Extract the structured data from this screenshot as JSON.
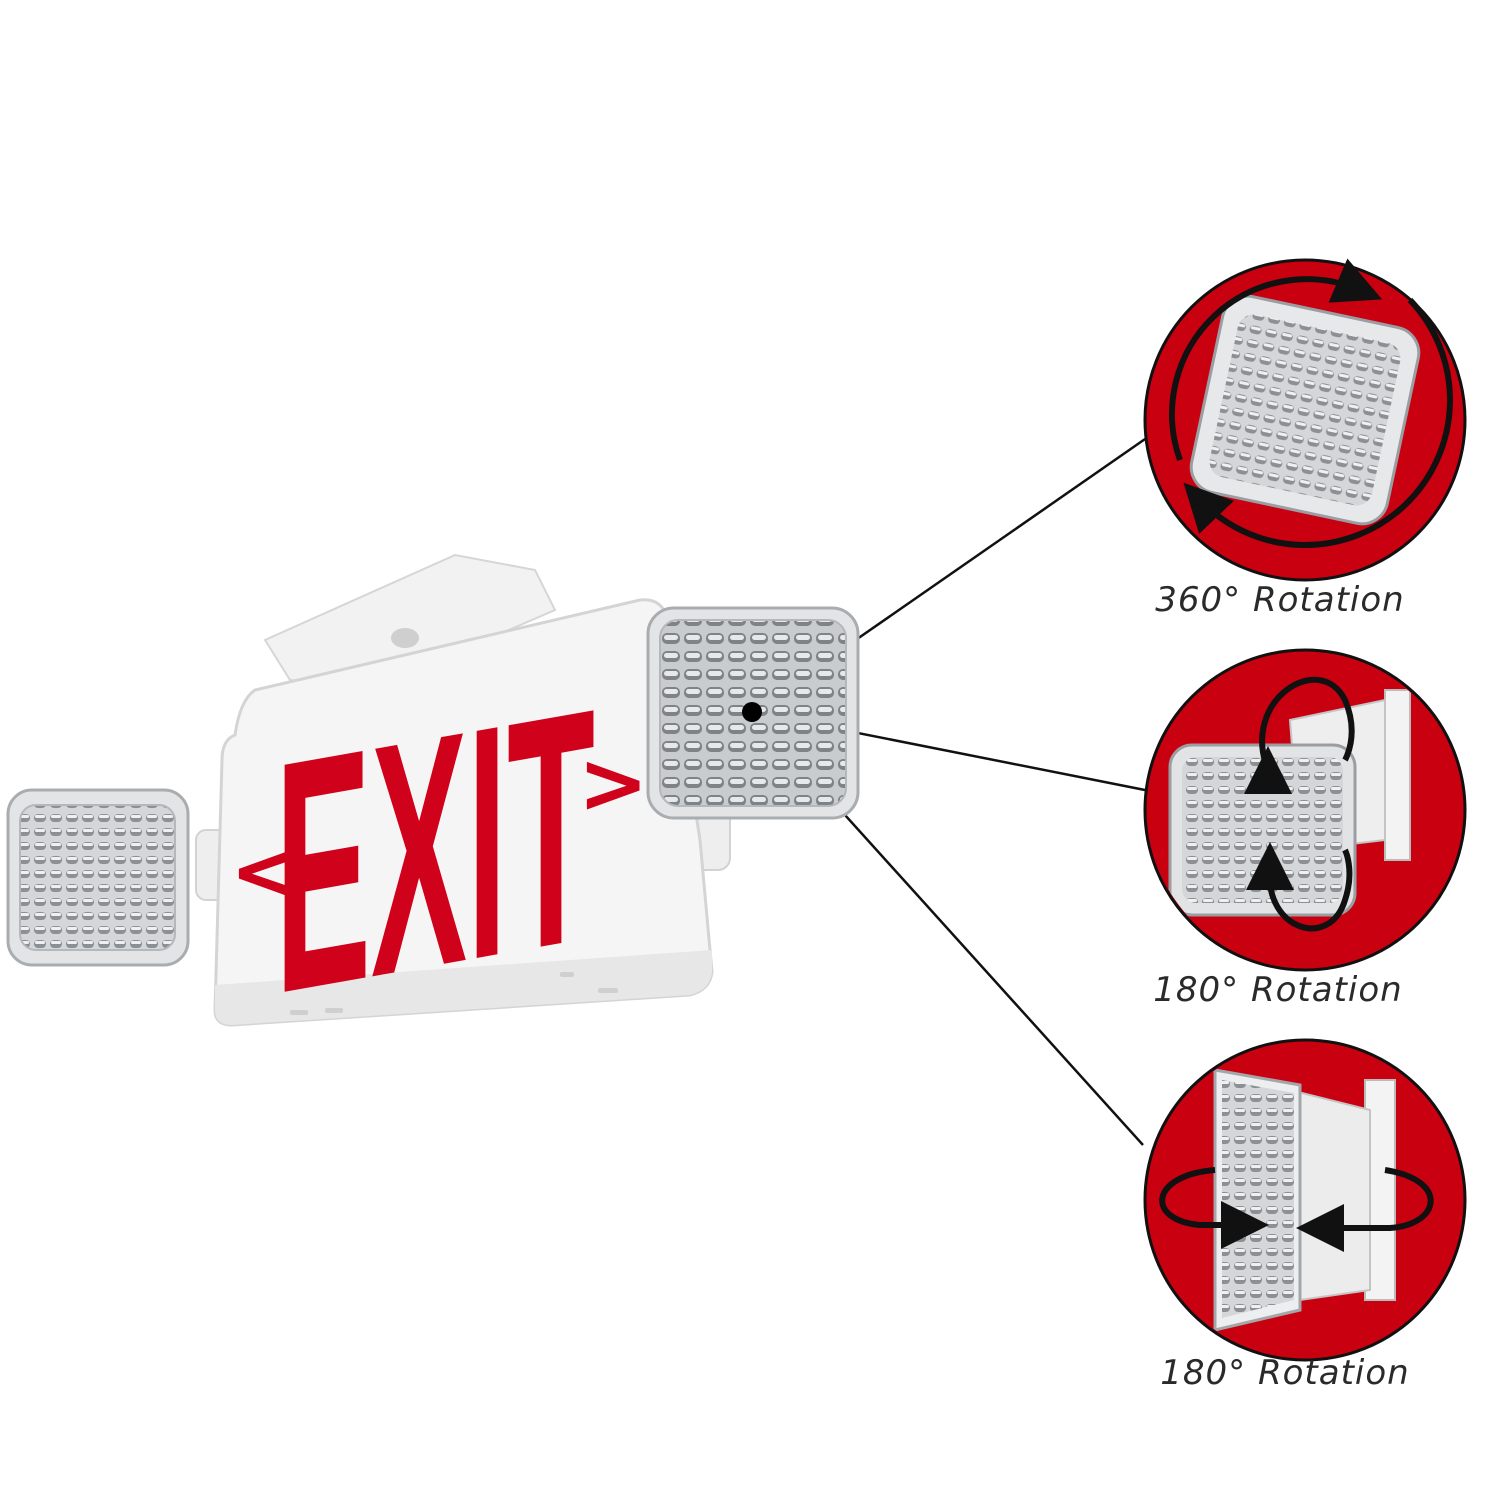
{
  "sign": {
    "text": "EXIT",
    "left_chevron": "<",
    "right_chevron": ">"
  },
  "callouts": [
    {
      "caption": "360° Rotation"
    },
    {
      "caption": "180° Rotation"
    },
    {
      "caption": "180° Rotation"
    }
  ],
  "colors": {
    "accent_red": "#d0021b",
    "circle_red": "#c9000f",
    "housing_white": "#f4f4f4",
    "lens_gray": "#b9bcbf",
    "line_black": "#111111"
  },
  "icons": {
    "circle_1": "rotation-360-arrows-icon",
    "circle_2": "rotation-180-vertical-arrows-icon",
    "circle_3": "rotation-180-horizontal-arrows-icon"
  }
}
